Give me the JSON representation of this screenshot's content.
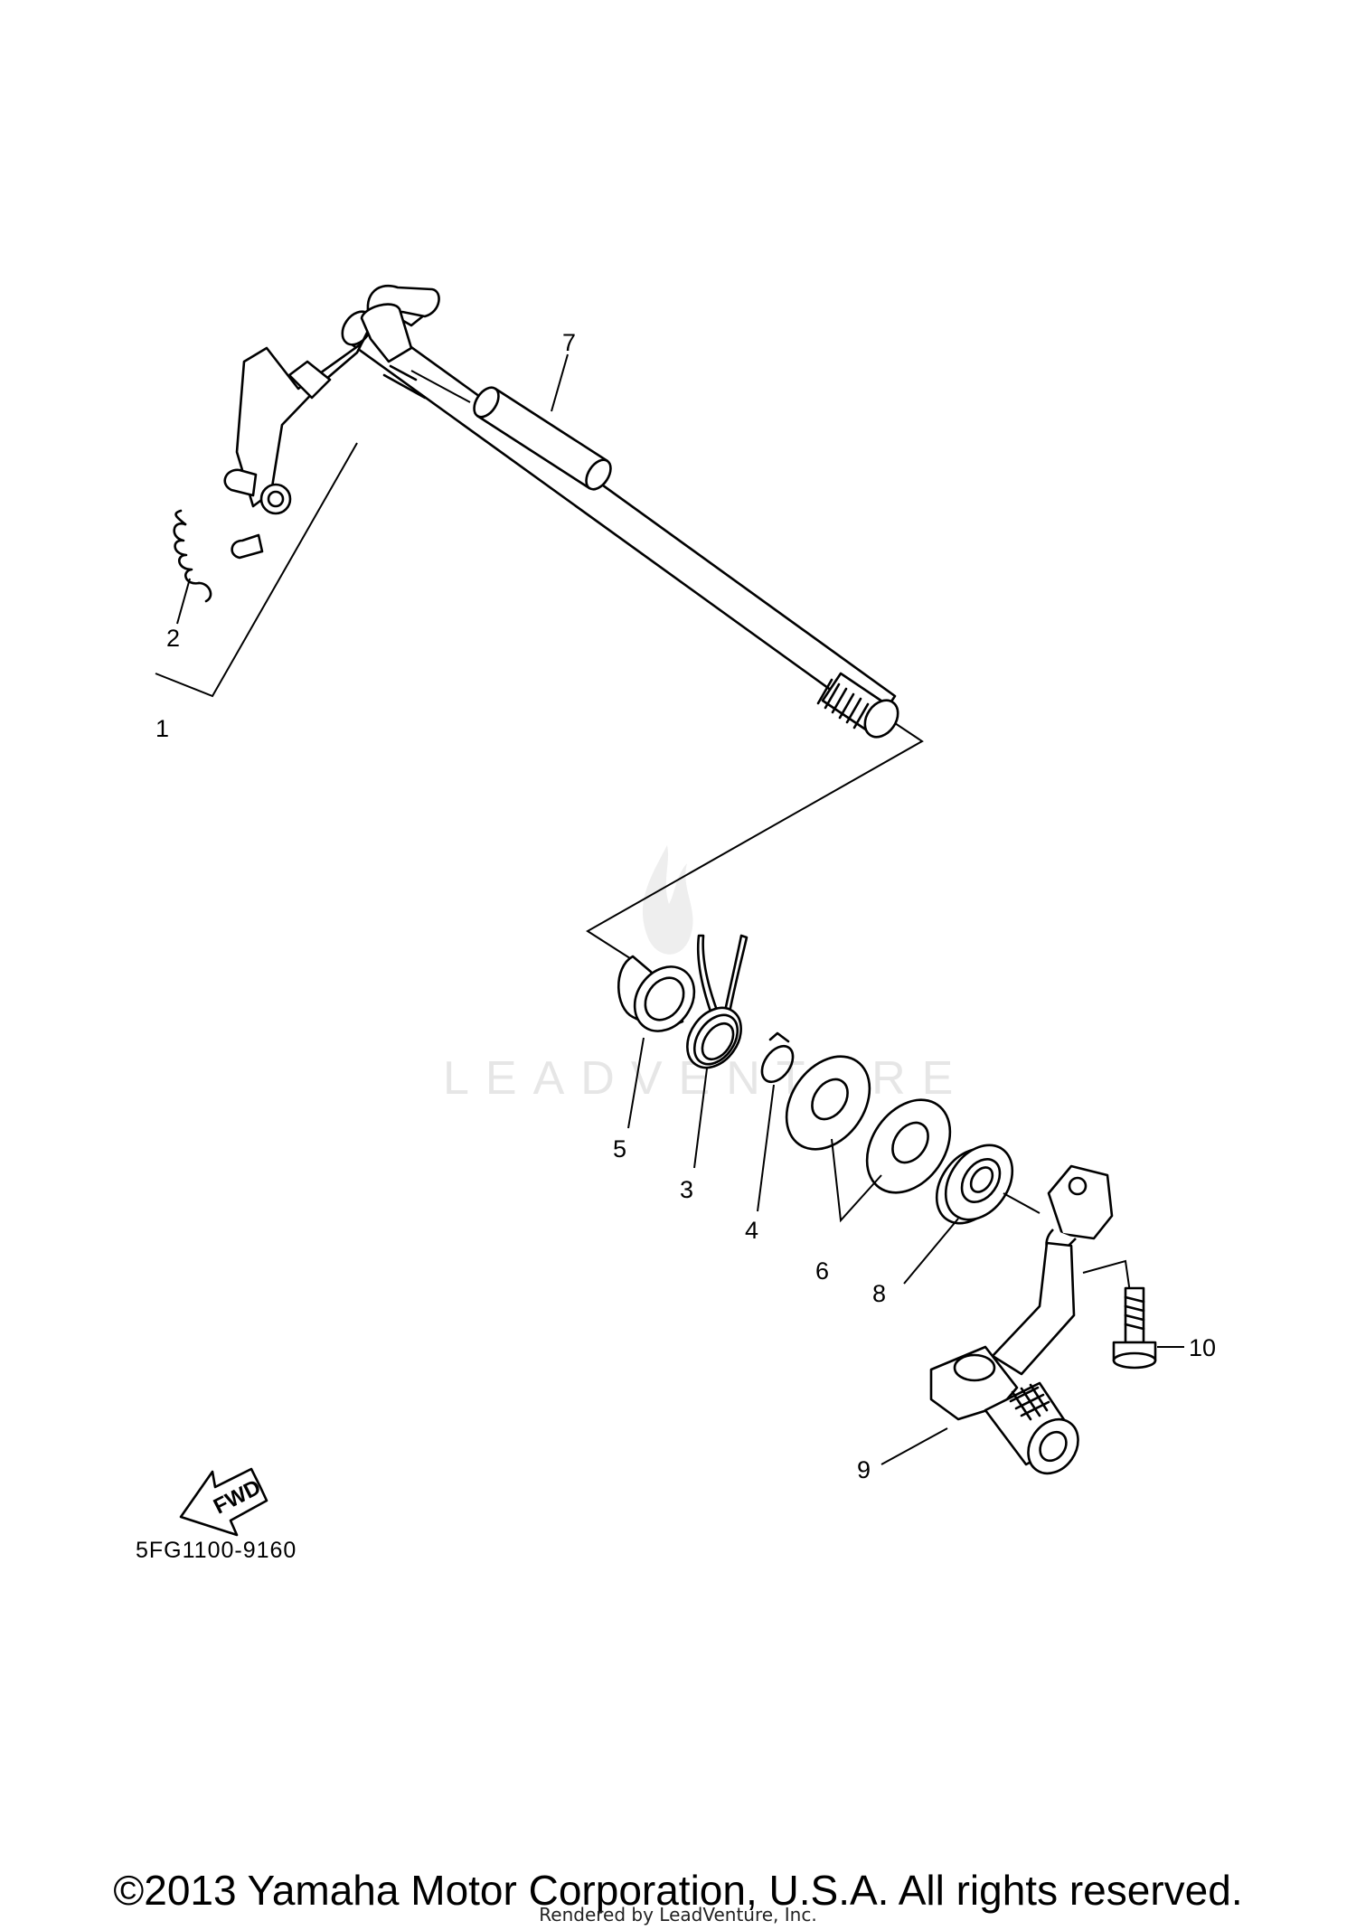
{
  "diagram": {
    "part_code": "5FG1100-9160",
    "fwd_label": "FWD",
    "watermark": "LEADVENTURE",
    "callouts": [
      {
        "id": "c1",
        "label": "1"
      },
      {
        "id": "c2",
        "label": "2"
      },
      {
        "id": "c3",
        "label": "3"
      },
      {
        "id": "c4",
        "label": "4"
      },
      {
        "id": "c5",
        "label": "5"
      },
      {
        "id": "c6",
        "label": "6"
      },
      {
        "id": "c7",
        "label": "7"
      },
      {
        "id": "c8",
        "label": "8"
      },
      {
        "id": "c9",
        "label": "9"
      },
      {
        "id": "c10",
        "label": "10"
      }
    ]
  },
  "footer": {
    "copyright": "©2013 Yamaha Motor Corporation, U.S.A. All rights reserved.",
    "rendered_by": "Rendered by LeadVenture, Inc."
  }
}
